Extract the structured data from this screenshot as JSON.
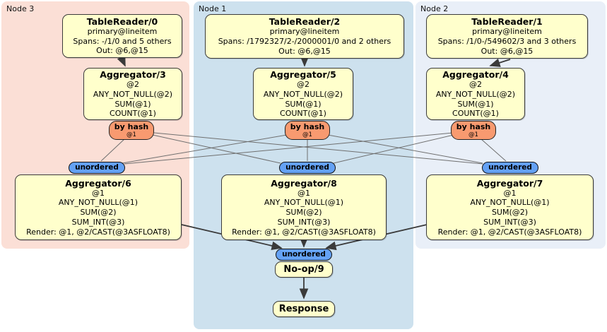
{
  "regions": {
    "node3": {
      "label": "Node 3"
    },
    "node1": {
      "label": "Node 1"
    },
    "node2": {
      "label": "Node 2"
    }
  },
  "processors": {
    "tr0": {
      "title": "TableReader/0",
      "lines": [
        "primary@lineitem",
        "Spans: -/1/0 and 5 others",
        "Out: @6,@15"
      ]
    },
    "tr2": {
      "title": "TableReader/2",
      "lines": [
        "primary@lineitem",
        "Spans: /1792327/2-/2000001/0 and 2 others",
        "Out: @6,@15"
      ]
    },
    "tr1": {
      "title": "TableReader/1",
      "lines": [
        "primary@lineitem",
        "Spans: /1/0-/549602/3 and 3 others",
        "Out: @6,@15"
      ]
    },
    "agg3": {
      "title": "Aggregator/3",
      "lines": [
        "@2",
        "ANY_NOT_NULL(@2)",
        "SUM(@1)",
        "COUNT(@1)"
      ]
    },
    "agg5": {
      "title": "Aggregator/5",
      "lines": [
        "@2",
        "ANY_NOT_NULL(@2)",
        "SUM(@1)",
        "COUNT(@1)"
      ]
    },
    "agg4": {
      "title": "Aggregator/4",
      "lines": [
        "@2",
        "ANY_NOT_NULL(@2)",
        "SUM(@1)",
        "COUNT(@1)"
      ]
    },
    "agg6": {
      "title": "Aggregator/6",
      "lines": [
        "@1",
        "ANY_NOT_NULL(@1)",
        "SUM(@2)",
        "SUM_INT(@3)",
        "Render: @1, @2/CAST(@3ASFLOAT8)"
      ]
    },
    "agg8": {
      "title": "Aggregator/8",
      "lines": [
        "@1",
        "ANY_NOT_NULL(@1)",
        "SUM(@2)",
        "SUM_INT(@3)",
        "Render: @1, @2/CAST(@3ASFLOAT8)"
      ]
    },
    "agg7": {
      "title": "Aggregator/7",
      "lines": [
        "@1",
        "ANY_NOT_NULL(@1)",
        "SUM(@2)",
        "SUM_INT(@3)",
        "Render: @1, @2/CAST(@3ASFLOAT8)"
      ]
    },
    "noop": {
      "title": "No-op/9"
    },
    "response": {
      "title": "Response"
    }
  },
  "routers": {
    "by_hash": {
      "label": "by hash",
      "sub": "@1"
    },
    "unordered": {
      "label": "unordered"
    }
  },
  "colors": {
    "node3-bg": "#fbdfd6",
    "node1-bg": "#cde1ee",
    "node2-bg": "#e9eff8",
    "box-bg": "#ffffcc",
    "box-border": "#3b3b3b",
    "hash-bg": "#f89a70",
    "unordered-bg": "#64a1f4",
    "edge": "#444444",
    "thin-edge": "#6f6f6f"
  }
}
